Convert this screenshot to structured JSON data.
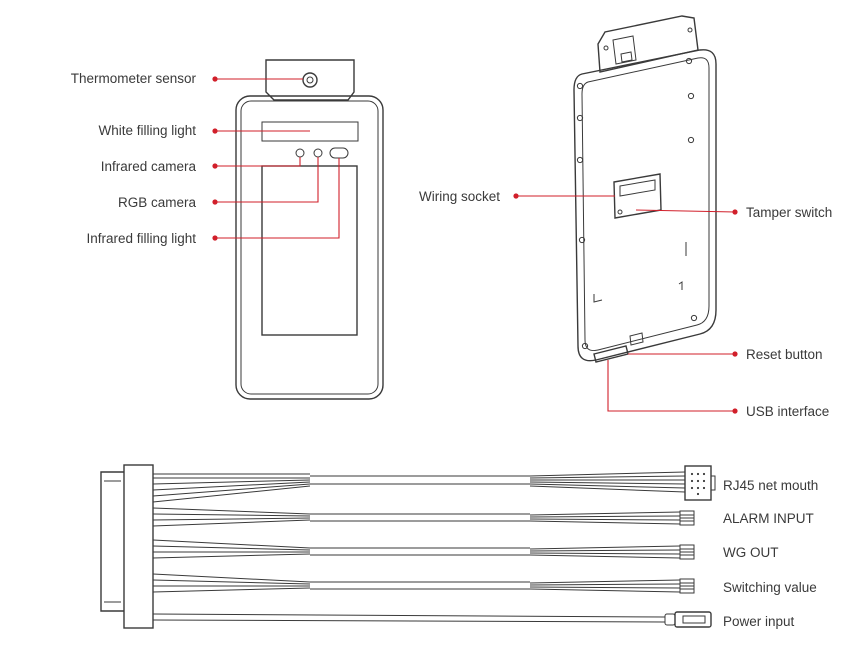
{
  "front_labels": {
    "thermometer_sensor": "Thermometer sensor",
    "white_filling_light": "White filling light",
    "infrared_camera": "Infrared camera",
    "rgb_camera": "RGB camera",
    "infrared_filling_light": "Infrared filling light"
  },
  "back_labels": {
    "wiring_socket": "Wiring socket",
    "tamper_switch": "Tamper switch",
    "reset_button": "Reset button",
    "usb_interface": "USB interface"
  },
  "cable_labels": {
    "rj45": "RJ45 net mouth",
    "alarm_input": "ALARM INPUT",
    "wg_out": "WG OUT",
    "switching_value": "Switching value",
    "power_input": "Power input"
  },
  "colors": {
    "leader": "#d11f2a",
    "line": "#3a3a3a",
    "text": "#3a3a3a"
  }
}
